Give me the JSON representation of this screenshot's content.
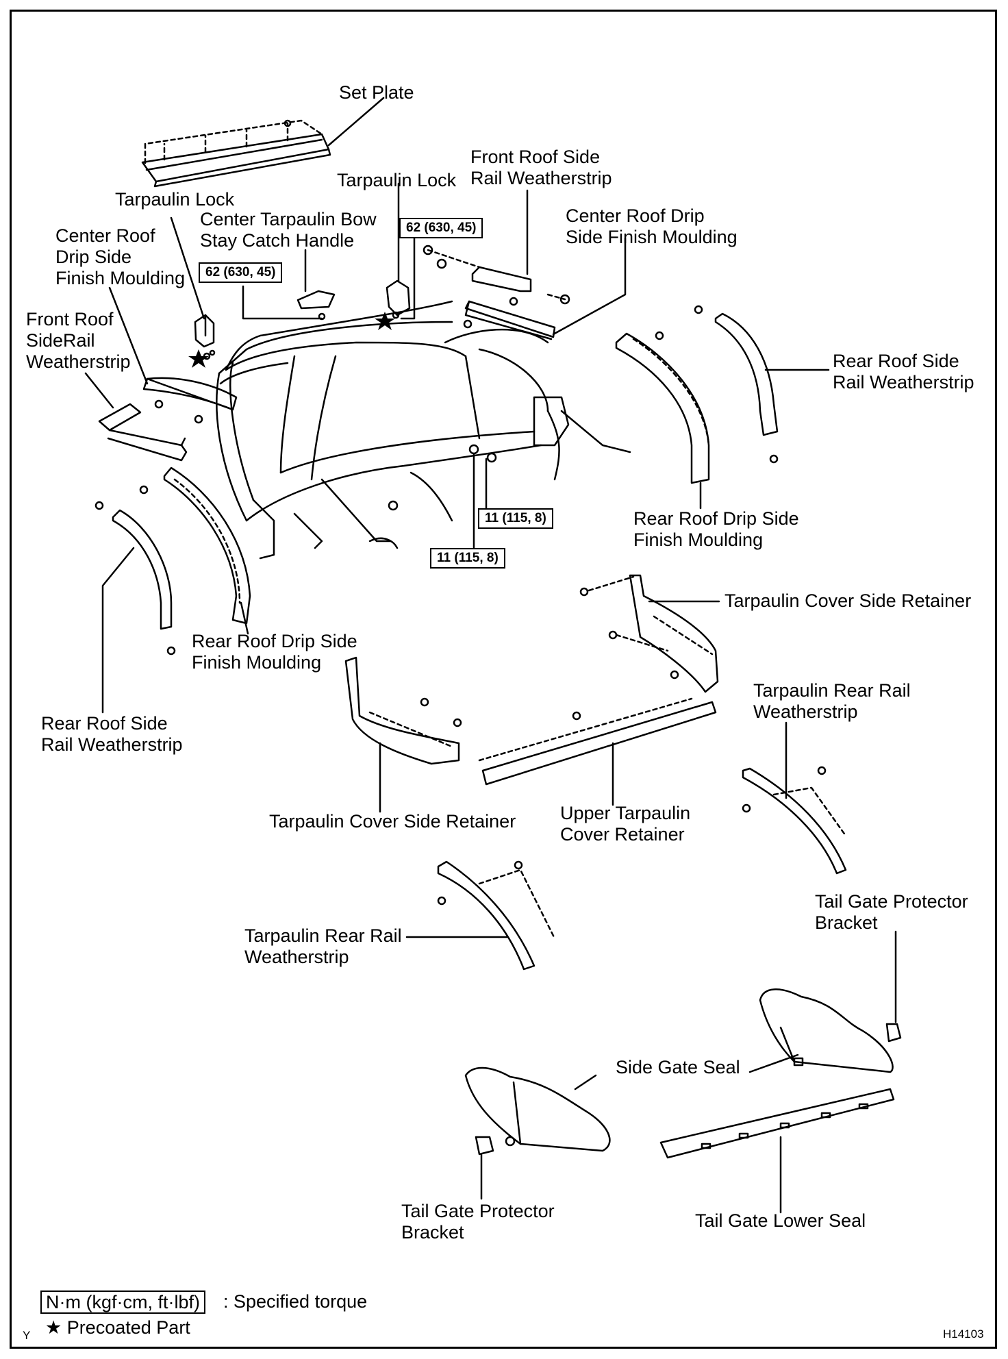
{
  "labels": {
    "set_plate": "Set Plate",
    "tarpaulin_lock_left": "Tarpaulin Lock",
    "tarpaulin_lock_center": "Tarpaulin Lock",
    "center_bow_handle": "Center Tarpaulin Bow\nStay Catch Handle",
    "front_roof_side_rail_ws_top": "Front Roof Side\nRail Weatherstrip",
    "center_roof_drip_right": "Center Roof Drip\nSide Finish Moulding",
    "center_roof_drip_left": "Center Roof\nDrip Side\nFinish Moulding",
    "front_roof_siderail_ws_left": "Front Roof\nSideRail\nWeatherstrip",
    "rear_roof_side_rail_ws_right": "Rear Roof Side\nRail Weatherstrip",
    "rear_roof_drip_right": "Rear Roof Drip Side\nFinish Moulding",
    "rear_roof_drip_left": "Rear Roof Drip Side\nFinish Moulding",
    "rear_roof_side_rail_ws_left": "Rear Roof Side\nRail Weatherstrip",
    "tarp_cover_side_retainer_right": "Tarpaulin Cover Side Retainer",
    "tarp_cover_side_retainer_left": "Tarpaulin Cover Side Retainer",
    "tarp_rear_rail_ws_right": "Tarpaulin Rear Rail\nWeatherstrip",
    "tarp_rear_rail_ws_left": "Tarpaulin Rear Rail\nWeatherstrip",
    "upper_tarp_cover_retainer": "Upper Tarpaulin\nCover Retainer",
    "tail_gate_protector_bracket_right": "Tail Gate Protector\nBracket",
    "tail_gate_protector_bracket_left": "Tail Gate Protector\nBracket",
    "side_gate_seal": "Side Gate Seal",
    "tail_gate_lower_seal": "Tail Gate Lower Seal"
  },
  "torques": {
    "handle": "62 (630, 45)",
    "lock": "62 (630, 45)",
    "bolt_a": "11 (115, 8)",
    "bolt_b": "11 (115, 8)"
  },
  "legend": {
    "torque_unit": "N·m (kgf·cm, ft·lbf)",
    "torque_desc": ": Specified torque",
    "precoated": "★ Precoated Part"
  },
  "corner": {
    "left": "Y",
    "right": "H14103"
  }
}
